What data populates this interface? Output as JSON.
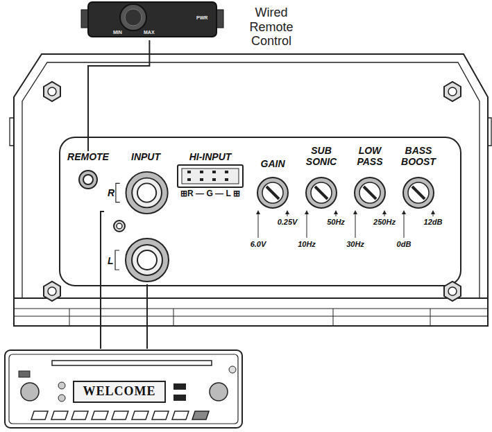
{
  "diagram": {
    "nodes": [
      {
        "text": [
          "Wired Remote Control",
          "PWR",
          "MIN",
          "MAX"
        ]
      },
      {
        "text": [
          "REMOTE"
        ]
      },
      {
        "text": [
          "R"
        ]
      },
      {
        "text": [
          "L"
        ]
      },
      {
        "text": [
          "WELCOME"
        ]
      }
    ],
    "edges": [
      {
        "from": 0,
        "to": 1,
        "arrow": "none"
      },
      {
        "from": 4,
        "to": 2,
        "arrow": "none"
      },
      {
        "from": 4,
        "to": 3,
        "arrow": "none"
      }
    ],
    "labels": [
      "INPUT",
      "HI-INPUT",
      "⊞R — G — L ⊞",
      "GAIN",
      "SUB SONIC",
      "LOW PASS",
      "BASS BOOST",
      "0.25V",
      "6.0V",
      "10Hz",
      "50Hz",
      "30Hz",
      "250Hz",
      "0dB",
      "12dB"
    ]
  }
}
